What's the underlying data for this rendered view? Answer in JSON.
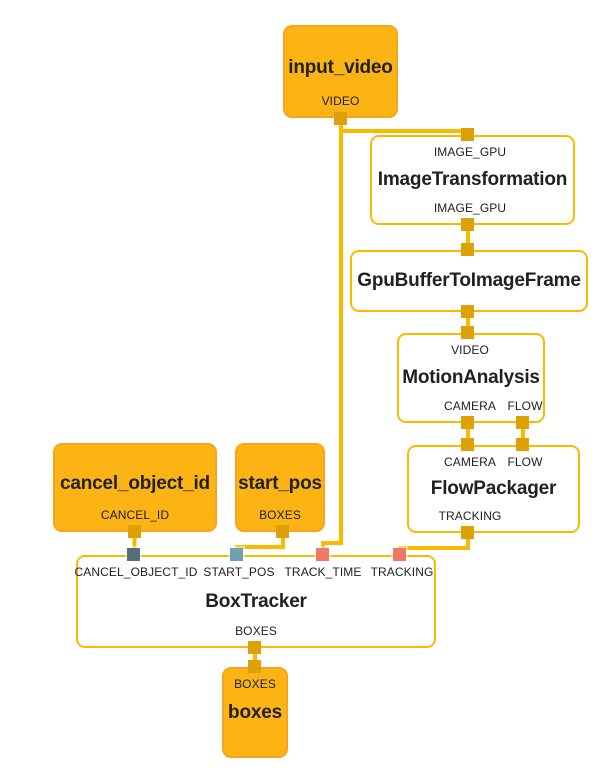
{
  "nodes": {
    "input_video": {
      "title": "input_video",
      "out_video": "VIDEO"
    },
    "image_transformation": {
      "title": "ImageTransformation",
      "in_image_gpu": "IMAGE_GPU",
      "out_image_gpu": "IMAGE_GPU"
    },
    "gpu_buffer_to_image_frame": {
      "title": "GpuBufferToImageFrame"
    },
    "motion_analysis": {
      "title": "MotionAnalysis",
      "in_video": "VIDEO",
      "out_camera": "CAMERA",
      "out_flow": "FLOW"
    },
    "flow_packager": {
      "title": "FlowPackager",
      "in_camera": "CAMERA",
      "in_flow": "FLOW",
      "out_tracking": "TRACKING"
    },
    "cancel_object_id": {
      "title": "cancel_object_id",
      "out_cancel_id": "CANCEL_ID"
    },
    "start_pos": {
      "title": "start_pos",
      "out_boxes": "BOXES"
    },
    "box_tracker": {
      "title": "BoxTracker",
      "in_cancel_object_id": "CANCEL_OBJECT_ID",
      "in_start_pos": "START_POS",
      "in_track_time": "TRACK_TIME",
      "in_tracking": "TRACKING",
      "out_boxes": "BOXES"
    },
    "boxes": {
      "title": "boxes",
      "in_boxes": "BOXES"
    }
  },
  "edges": [
    {
      "from": "input_video:VIDEO",
      "to": "ImageTransformation:IMAGE_GPU"
    },
    {
      "from": "input_video:VIDEO",
      "to": "BoxTracker:TRACK_TIME"
    },
    {
      "from": "ImageTransformation:IMAGE_GPU",
      "to": "GpuBufferToImageFrame"
    },
    {
      "from": "GpuBufferToImageFrame",
      "to": "MotionAnalysis:VIDEO"
    },
    {
      "from": "MotionAnalysis:CAMERA",
      "to": "FlowPackager:CAMERA"
    },
    {
      "from": "MotionAnalysis:FLOW",
      "to": "FlowPackager:FLOW"
    },
    {
      "from": "FlowPackager:TRACKING",
      "to": "BoxTracker:TRACKING"
    },
    {
      "from": "cancel_object_id:CANCEL_ID",
      "to": "BoxTracker:CANCEL_OBJECT_ID"
    },
    {
      "from": "start_pos:BOXES",
      "to": "BoxTracker:START_POS"
    },
    {
      "from": "BoxTracker:BOXES",
      "to": "boxes:BOXES"
    }
  ],
  "colors": {
    "background": "#FFFFFF",
    "node_fill": "#FCB414",
    "node_border": "#F6A51C",
    "calculator_border": "#FBBA00",
    "edge": "#FBBA00",
    "port_gold": "#DDA006",
    "port_gray": "#546E7A",
    "port_blue": "#6FA1B2",
    "port_salmon": "#EF7866",
    "text": "#212121"
  }
}
